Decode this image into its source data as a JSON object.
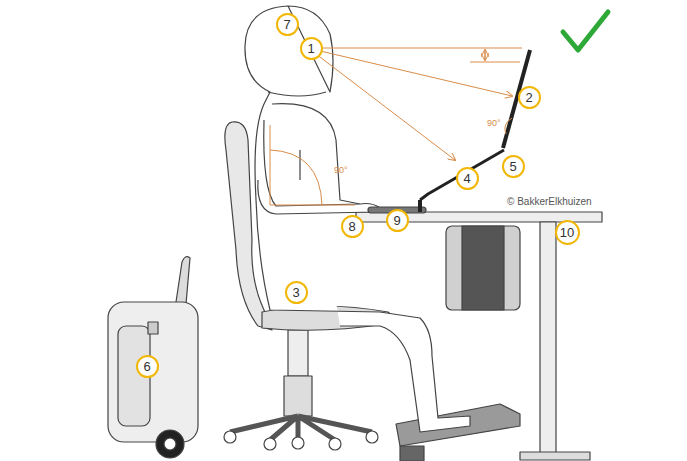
{
  "diagram": {
    "nodes": [
      {
        "text": [
          "7"
        ]
      },
      {
        "text": [
          "1"
        ]
      },
      {
        "text": [
          "2"
        ]
      },
      {
        "text": [
          "5"
        ]
      },
      {
        "text": [
          "4"
        ]
      },
      {
        "text": [
          "9"
        ]
      },
      {
        "text": [
          "8"
        ]
      },
      {
        "text": [
          "10"
        ]
      },
      {
        "text": [
          "3"
        ]
      },
      {
        "text": [
          "6"
        ]
      }
    ],
    "labels": [
      "90°",
      "90°",
      "© BakkerElkhuizen"
    ]
  }
}
